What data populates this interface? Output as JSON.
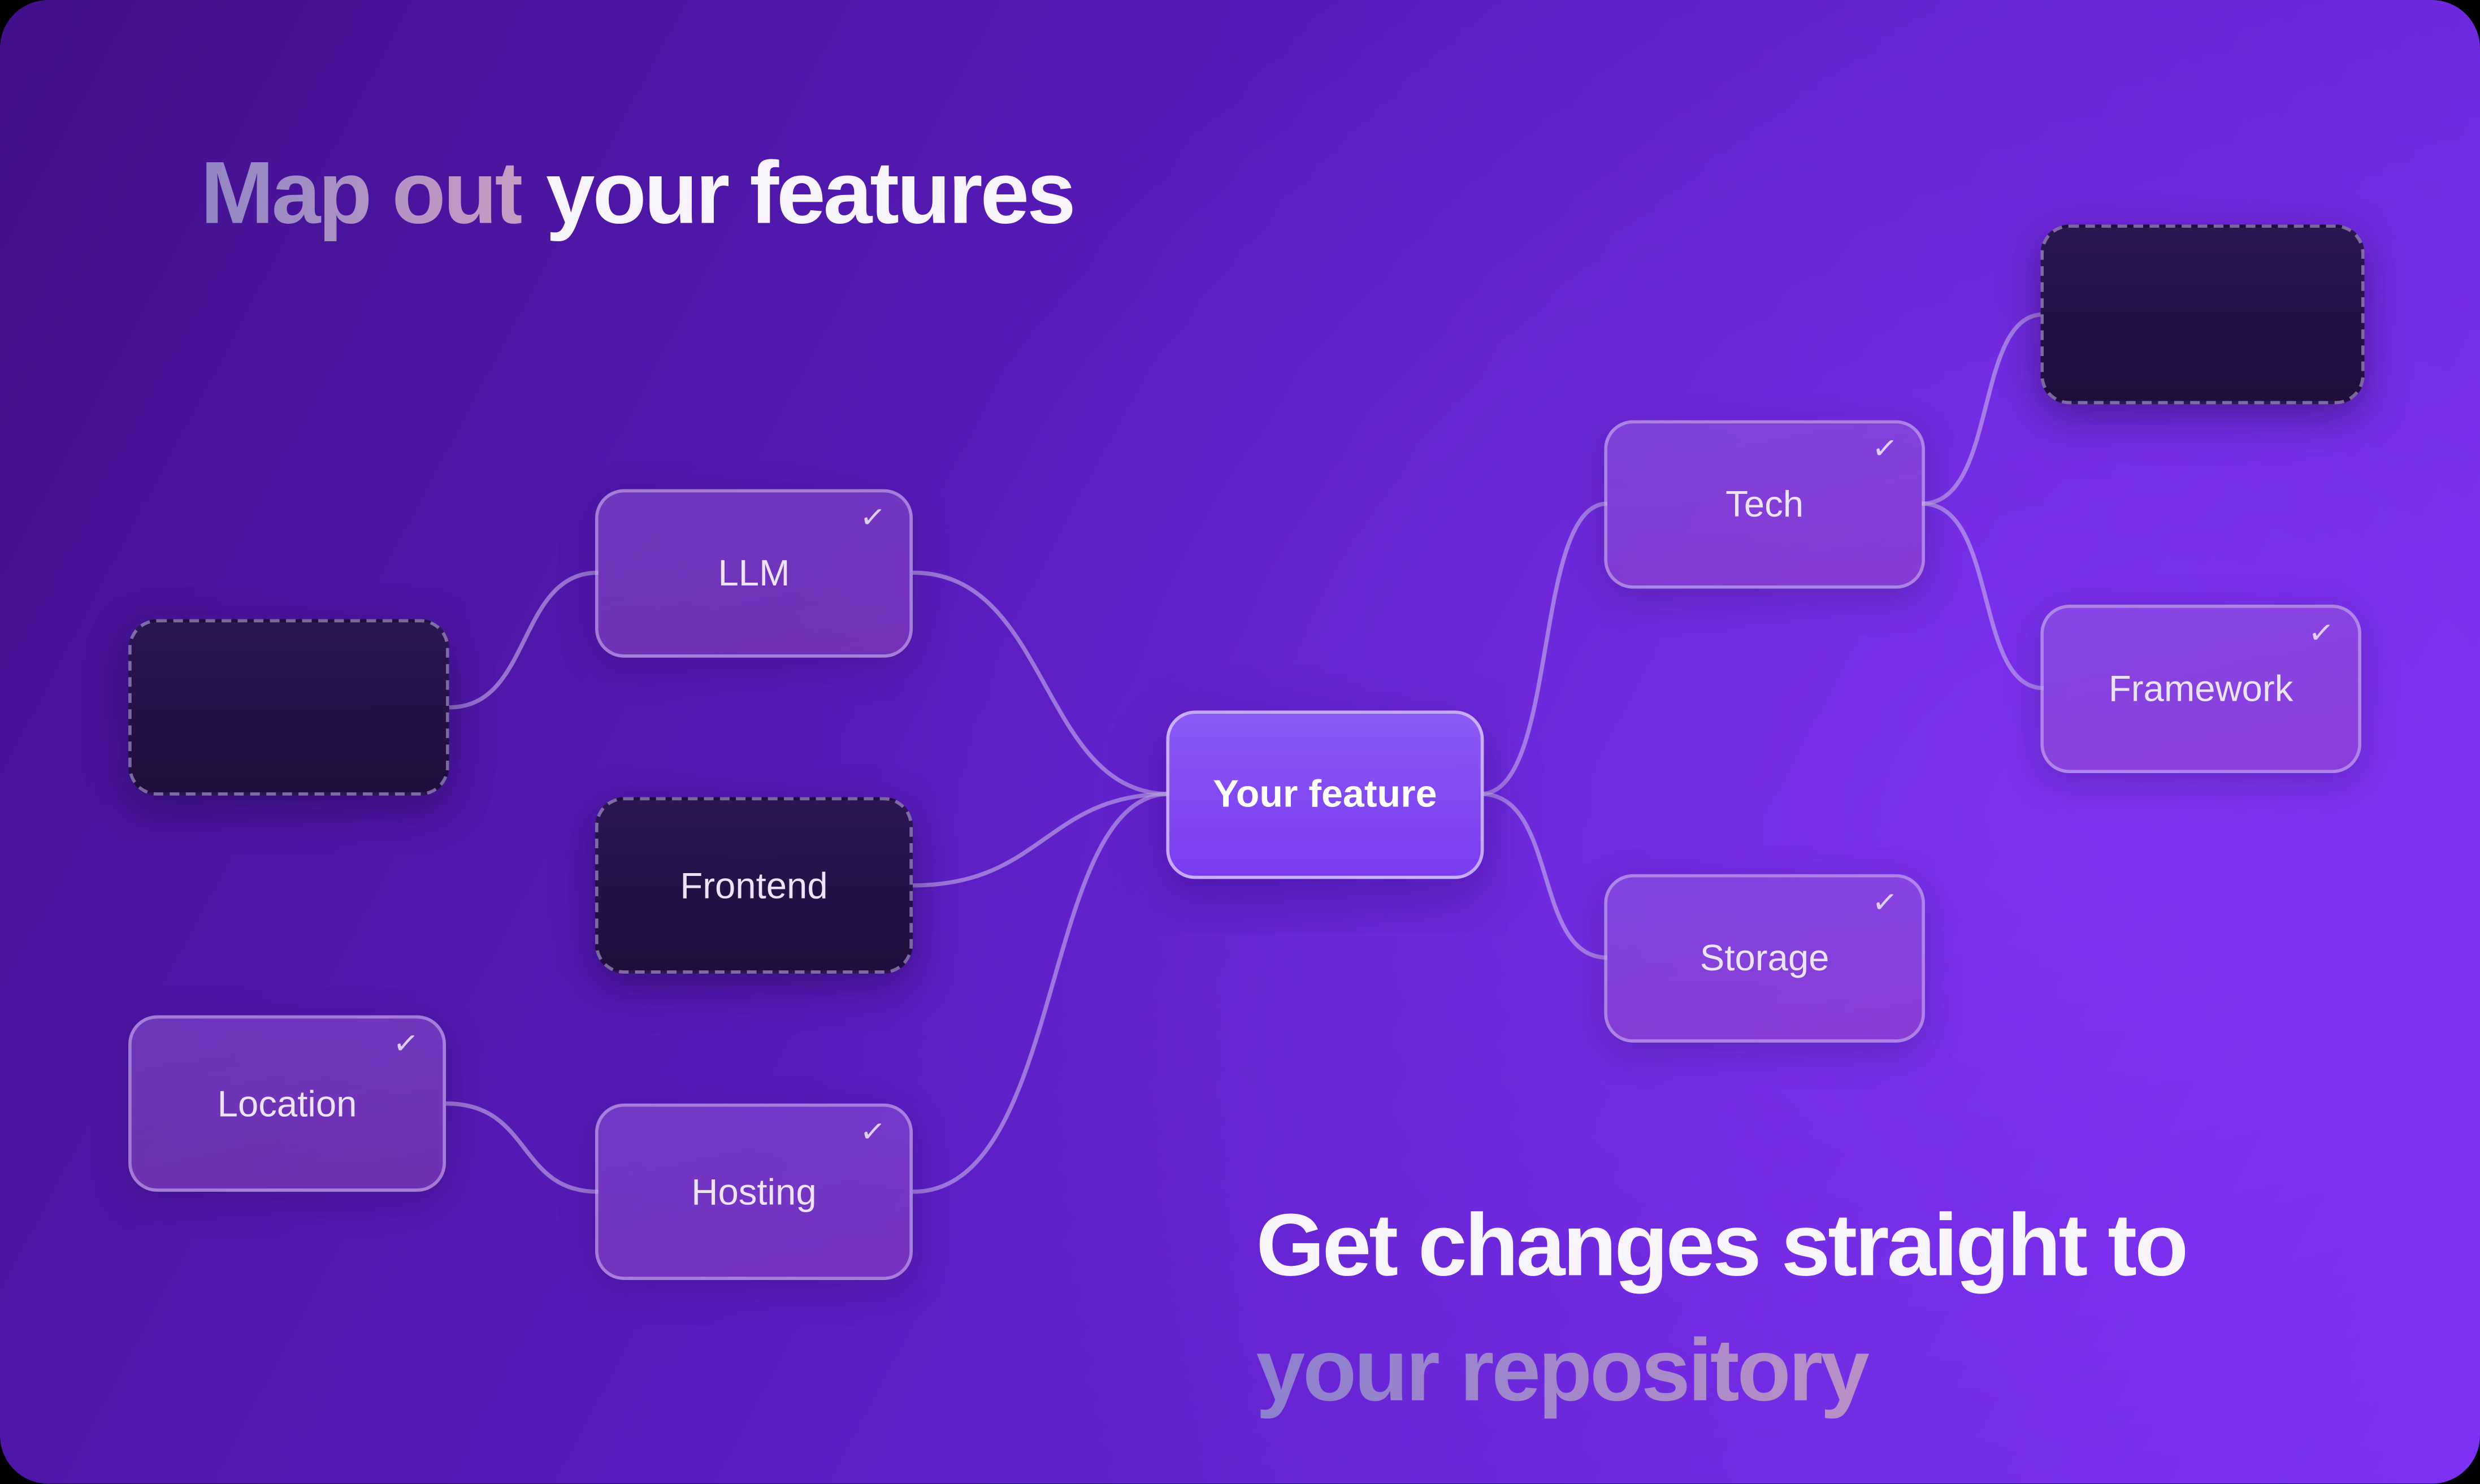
{
  "heading": {
    "muted": "Map out",
    "bright": "your features"
  },
  "footer": {
    "line1": "Get changes straight to",
    "line2": "your repository"
  },
  "nodes": {
    "center": {
      "label": "Your feature"
    },
    "llm": {
      "label": "LLM"
    },
    "frontend": {
      "label": "Frontend"
    },
    "location": {
      "label": "Location"
    },
    "hosting": {
      "label": "Hosting"
    },
    "tech": {
      "label": "Tech"
    },
    "framework": {
      "label": "Framework"
    },
    "storage": {
      "label": "Storage"
    },
    "empty_left": {
      "label": ""
    },
    "empty_top_right": {
      "label": ""
    }
  },
  "edges": [
    [
      "empty_left",
      "llm"
    ],
    [
      "llm",
      "center"
    ],
    [
      "frontend",
      "center"
    ],
    [
      "hosting",
      "center"
    ],
    [
      "location",
      "hosting"
    ],
    [
      "center",
      "tech"
    ],
    [
      "center",
      "storage"
    ],
    [
      "tech",
      "empty_top_right"
    ],
    [
      "tech",
      "framework"
    ]
  ],
  "icons": {
    "check": "✓"
  },
  "colors": {
    "background_start": "#41108a",
    "background_end": "#7a2ff0",
    "center_node": "#7a3cf0",
    "muted_text": "#9186c4",
    "bright_text": "#f7f4fc",
    "wire": "#cec0ec"
  }
}
